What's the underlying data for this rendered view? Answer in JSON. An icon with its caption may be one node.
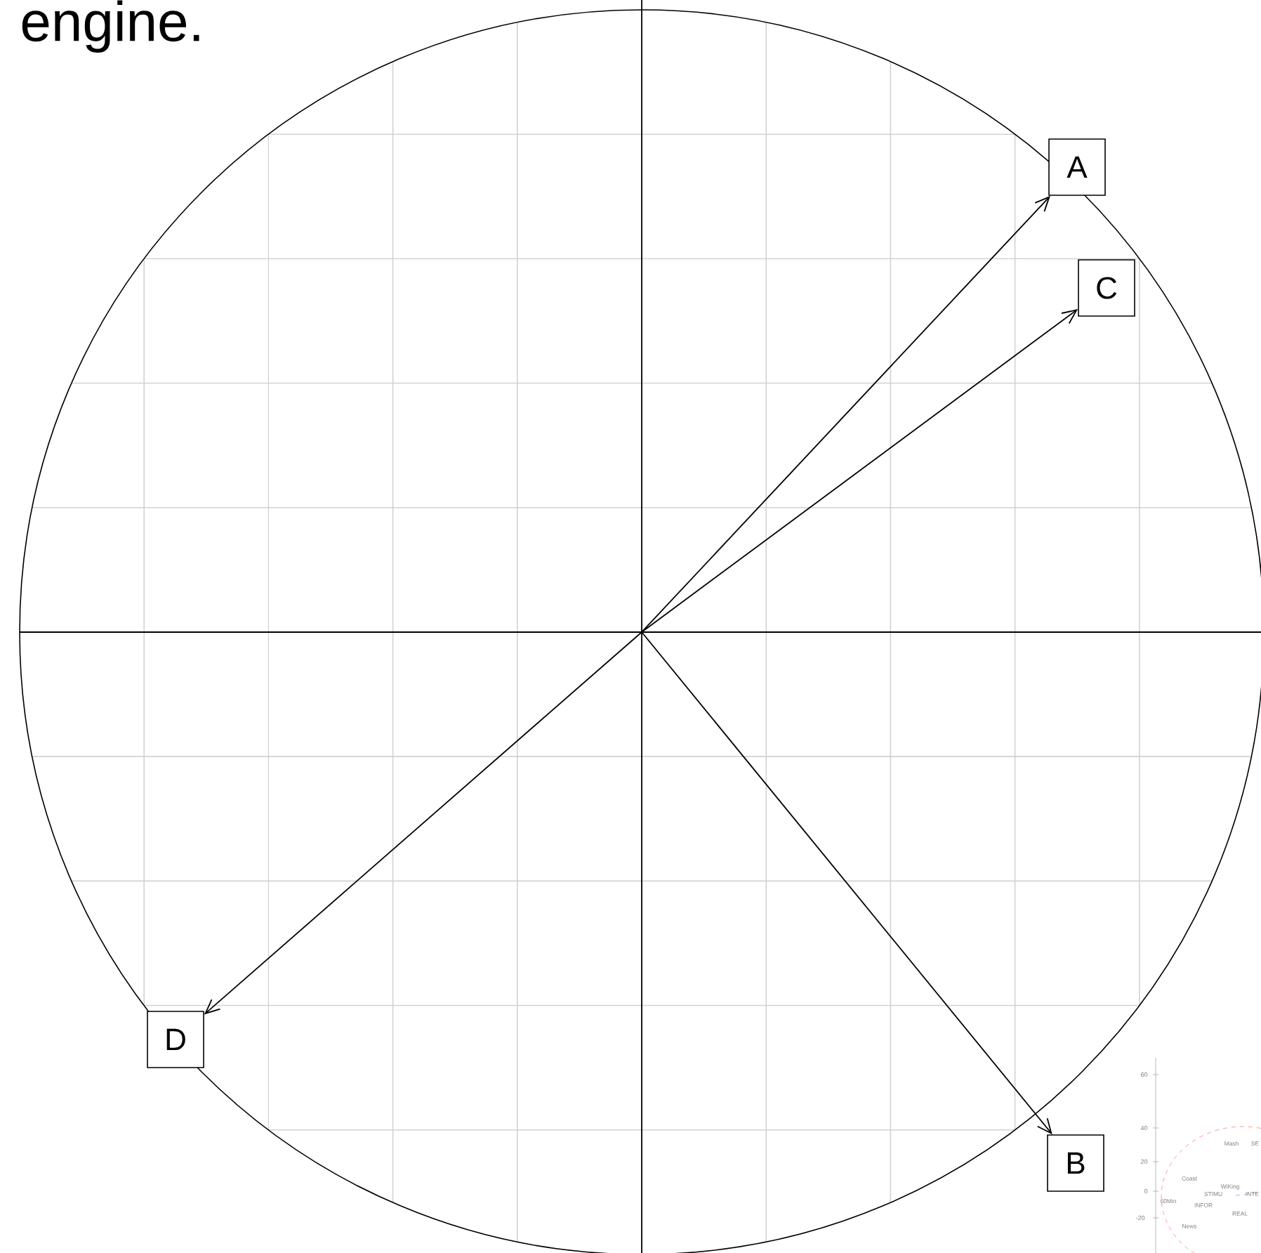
{
  "diagram": {
    "nodes": [
      {
        "text": [
          "A"
        ]
      },
      {
        "text": [
          "C"
        ]
      },
      {
        "text": [
          "D"
        ]
      },
      {
        "text": [
          "B"
        ]
      }
    ],
    "edges": [
      {
        "from": null,
        "to": 0,
        "arrow": "to"
      },
      {
        "from": null,
        "to": 1,
        "arrow": "to"
      },
      {
        "from": null,
        "to": 2,
        "arrow": "to"
      },
      {
        "from": null,
        "to": 3,
        "arrow": "to"
      }
    ],
    "labels": [
      "engine.",
      "60",
      "40",
      "20",
      "0",
      "-20",
      "Mash",
      "SE",
      "Coast",
      "WiKing",
      "INTE",
      "60Min",
      "STIMU",
      "INFOR",
      "REAL",
      "News"
    ]
  }
}
